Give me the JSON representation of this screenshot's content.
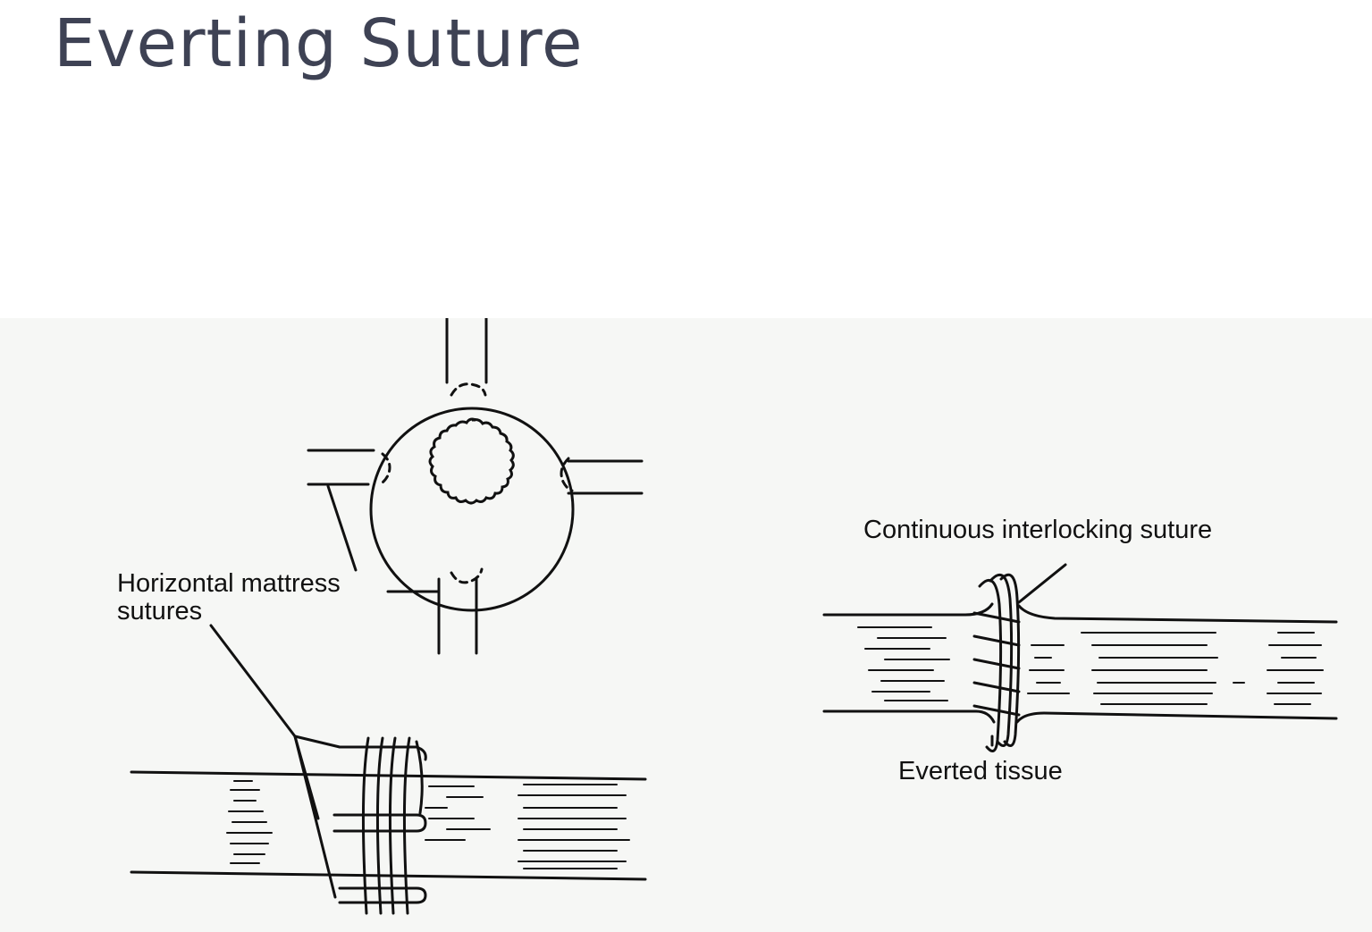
{
  "slide": {
    "title": "Everting Suture"
  },
  "figure": {
    "labels": {
      "horizontal_mattress": [
        "Horizontal mattress",
        "sutures"
      ],
      "continuous_interlocking": "Continuous interlocking suture",
      "everted_tissue": "Everted tissue"
    }
  },
  "colors": {
    "title": "#3e4254",
    "panel_background": "#f6f7f5",
    "ink": "#111111"
  }
}
